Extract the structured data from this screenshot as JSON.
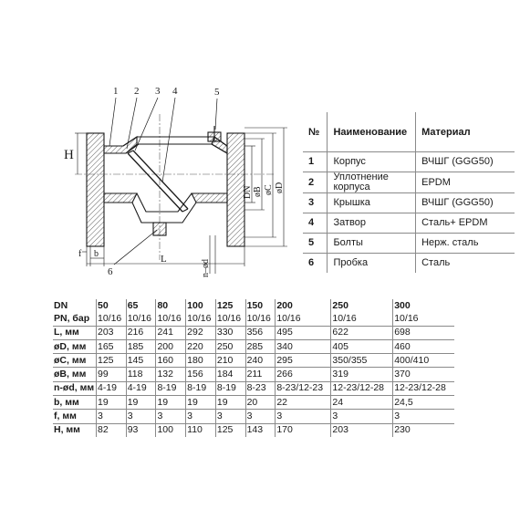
{
  "drawing": {
    "callouts": [
      "1",
      "2",
      "3",
      "4",
      "5",
      "6"
    ],
    "dimension_labels": {
      "H": "H",
      "f": "f",
      "b": "b",
      "L": "L",
      "n_od": "n–ød",
      "DN": "DN",
      "oB": "øB",
      "oC": "øC",
      "oD": "øD"
    }
  },
  "parts_table": {
    "headers": [
      "№",
      "Наименование",
      "Материал"
    ],
    "rows": [
      [
        "1",
        "Корпус",
        "ВЧШГ (GGG50)"
      ],
      [
        "2",
        "Уплотнение корпуса",
        "EPDM"
      ],
      [
        "3",
        "Крышка",
        "ВЧШГ (GGG50)"
      ],
      [
        "4",
        "Затвор",
        "Сталь+ EPDM"
      ],
      [
        "5",
        "Болты",
        "Нерж. сталь"
      ],
      [
        "6",
        "Пробка",
        "Сталь"
      ]
    ]
  },
  "dims_table": {
    "header_label": "DN",
    "sizes": [
      "50",
      "65",
      "80",
      "100",
      "125",
      "150",
      "200",
      "250",
      "300"
    ],
    "rows": [
      {
        "label": "PN, бар",
        "values": [
          "10/16",
          "10/16",
          "10/16",
          "10/16",
          "10/16",
          "10/16",
          "10/16",
          "10/16",
          "10/16"
        ]
      },
      {
        "label": "L, мм",
        "values": [
          "203",
          "216",
          "241",
          "292",
          "330",
          "356",
          "495",
          "622",
          "698"
        ]
      },
      {
        "label": "øD, мм",
        "values": [
          "165",
          "185",
          "200",
          "220",
          "250",
          "285",
          "340",
          "405",
          "460"
        ]
      },
      {
        "label": "øC, мм",
        "values": [
          "125",
          "145",
          "160",
          "180",
          "210",
          "240",
          "295",
          "350/355",
          "400/410"
        ]
      },
      {
        "label": "øB, мм",
        "values": [
          "99",
          "118",
          "132",
          "156",
          "184",
          "211",
          "266",
          "319",
          "370"
        ]
      },
      {
        "label": "n-ød, мм",
        "values": [
          "4-19",
          "4-19",
          "8-19",
          "8-19",
          "8-19",
          "8-23",
          "8-23/12-23",
          "12-23/12-28",
          "12-23/12-28"
        ]
      },
      {
        "label": "b, мм",
        "values": [
          "19",
          "19",
          "19",
          "19",
          "19",
          "20",
          "22",
          "24",
          "24,5"
        ]
      },
      {
        "label": "f, мм",
        "values": [
          "3",
          "3",
          "3",
          "3",
          "3",
          "3",
          "3",
          "3",
          "3"
        ]
      },
      {
        "label": "H, мм",
        "values": [
          "82",
          "93",
          "100",
          "110",
          "125",
          "143",
          "170",
          "203",
          "230"
        ]
      }
    ]
  }
}
